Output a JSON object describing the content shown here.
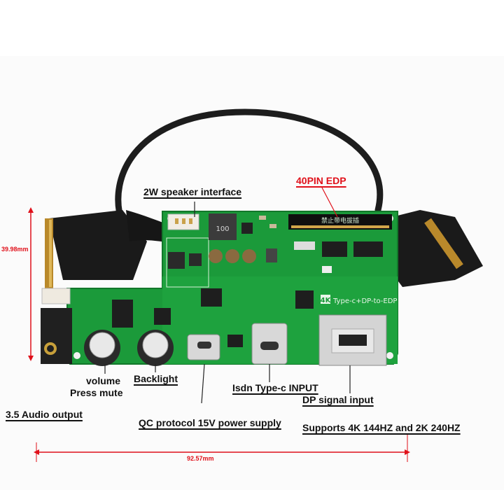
{
  "labels": {
    "speaker": "2W speaker interface",
    "edp": "40PIN EDP",
    "volume": "volume",
    "press_mute": "Press mute",
    "backlight": "Backlight",
    "type_c_input": "Isdn Type-c INPUT",
    "dp_input": "DP signal input",
    "audio_output": "3.5 Audio output",
    "qc_power": "QC protocol 15V power supply",
    "supports": "Supports 4K 144HZ and 2K 240HZ"
  },
  "dimensions": {
    "height": "39.98mm",
    "width": "92.57mm"
  },
  "board_marks": {
    "silk_4k": "4K",
    "silk_type": "Type-c+DP-to-EDP",
    "inductor": "100",
    "chinese_label": "禁止带电拔插"
  },
  "colors": {
    "pcb": "#1b9a3a",
    "pcb_dark": "#12772a",
    "accent_red": "#e0101a",
    "cable": "#1a1a1a"
  }
}
